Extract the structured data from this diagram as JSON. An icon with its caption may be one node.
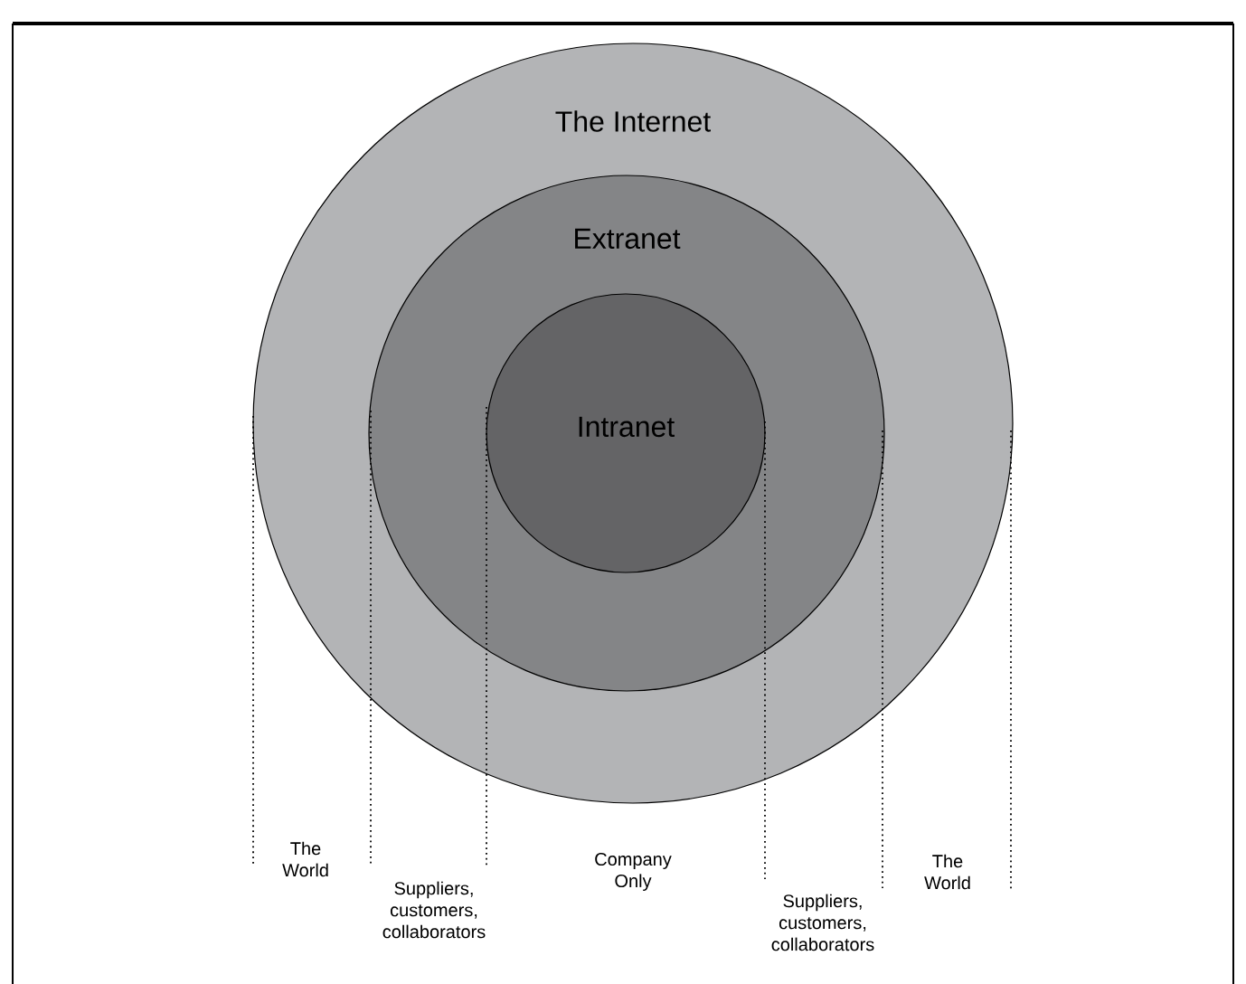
{
  "diagram": {
    "nodes": [
      {
        "text": [
          "The Internet"
        ]
      },
      {
        "text": [
          "Extranet"
        ],
        "in": 0
      },
      {
        "text": [
          "Intranet"
        ],
        "in": 1
      }
    ],
    "labels": [
      "The World",
      "Suppliers, customers, collaborators",
      "Company Only",
      "Suppliers, customers, collaborators",
      "The World"
    ]
  }
}
